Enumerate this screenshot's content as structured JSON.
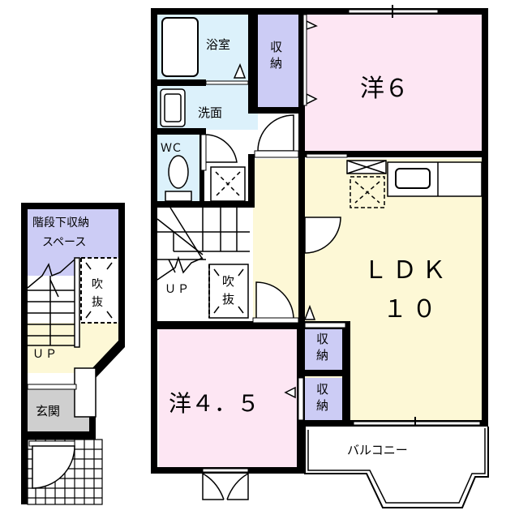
{
  "floor_plan": {
    "colors": {
      "western_room": "#fde6f3",
      "ldk": "#fdf8d6",
      "wet_area": "#dcf1fb",
      "storage": "#ccccf5",
      "entrance": "#cfcfcf",
      "balcony": "#ffffff",
      "wall": "#000000"
    },
    "rooms": {
      "bath": "浴室",
      "storage_top": "収納",
      "western_6": "洋６",
      "washroom": "洗面",
      "wc": "ＷＣ",
      "ldk_line1": "ＬＤＫ",
      "ldk_line2": "１０",
      "stair_up_2f": "ＵＰ",
      "void_2f": "吹抜",
      "storage_mid": "収納",
      "storage_low": "収納",
      "western_45": "洋４．５",
      "balcony": "バルコニー",
      "under_stair_storage_line1": "階段下収納",
      "under_stair_storage_line2": "スペース",
      "void_1f": "吹抜",
      "stair_up_1f": "ＵＰ",
      "entrance": "玄関"
    }
  }
}
